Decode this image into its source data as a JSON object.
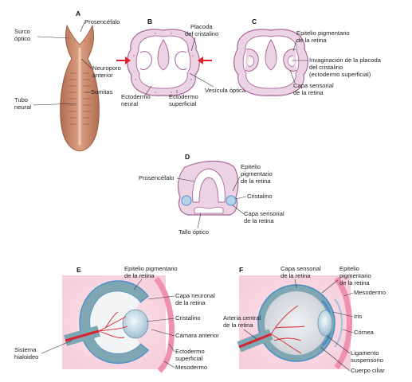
{
  "panels": {
    "A": {
      "letter": "A",
      "labels": {
        "surco_optico_1": "Surco",
        "surco_optico_2": "óptico",
        "prosencefalo": "Prosencéfalo",
        "neuroporo_1": "Neuroporo",
        "neuroporo_2": "anterior",
        "somitas": "Somitas",
        "tubo_1": "Tubo",
        "tubo_2": "neural"
      }
    },
    "B": {
      "letter": "B",
      "labels": {
        "placoda_1": "Placoda",
        "placoda_2": "del cristalino",
        "ectodermo_neural_1": "Ectodermo",
        "ectodermo_neural_2": "neural",
        "ectodermo_superficial_1": "Ectodermo",
        "ectodermo_superficial_2": "superficial",
        "vesicula_optica": "Vesícula óptica"
      }
    },
    "C": {
      "letter": "C",
      "labels": {
        "epitelio_1": "Epitelio pigmentario",
        "epitelio_2": "de la retina",
        "invaginacion_1": "Invaginación de la placoda",
        "invaginacion_2": "del cristalino",
        "invaginacion_3": "(ectodermo superficial)",
        "capa_sensorial_1": "Capa sensorial",
        "capa_sensorial_2": "de la retina"
      }
    },
    "D": {
      "letter": "D",
      "labels": {
        "prosencefalo": "Prosencéfalo",
        "epitelio_1": "Epitelio",
        "epitelio_2": "pigmentario",
        "epitelio_3": "de la retina",
        "cristalino": "Cristalino",
        "capa_sensorial_1": "Capa sensorial",
        "capa_sensorial_2": "de la retina",
        "tallo_optico": "Tallo óptico"
      }
    },
    "E": {
      "letter": "E",
      "labels": {
        "epitelio_1": "Epitelio pigmentario",
        "epitelio_2": "de la retina",
        "capa_neuronal_1": "Capa neuronal",
        "capa_neuronal_2": "de la retina",
        "cristalino": "Cristalino",
        "camara_anterior": "Cámara anterior",
        "sistema_1": "Sistema",
        "sistema_2": "hialoideo",
        "ectodermo_1": "Ectodermo",
        "ectodermo_2": "superficial",
        "mesodermo": "Mesodermo"
      }
    },
    "F": {
      "letter": "F",
      "labels": {
        "capa_sensorial_1": "Capa sensorial",
        "capa_sensorial_2": "de la retina",
        "epitelio_1": "Epitelio",
        "epitelio_2": "pigmentario",
        "epitelio_3": "de la retina",
        "mesodermo": "Mesodermo",
        "arteria_1": "Arteria central",
        "arteria_2": "de la retina",
        "iris": "Iris",
        "cornea": "Córnea",
        "ligamento_1": "Ligamento",
        "ligamento_2": "suspensorio",
        "cuerpo_ciliar": "Cuerpo ciliar"
      }
    }
  },
  "colors": {
    "tissue_fill": "#ecd3e3",
    "tissue_stroke": "#a8659a",
    "embryo": "#c98a6c",
    "pink_bg": "#f9dde6",
    "pink_band": "#ef8fb3",
    "teal_wall": "#7ea6b3",
    "pigment_blue": "#4d8fc4",
    "red_vessel": "#d9232e",
    "lens": "#c9dde8",
    "arrow_red": "#e0202f"
  }
}
